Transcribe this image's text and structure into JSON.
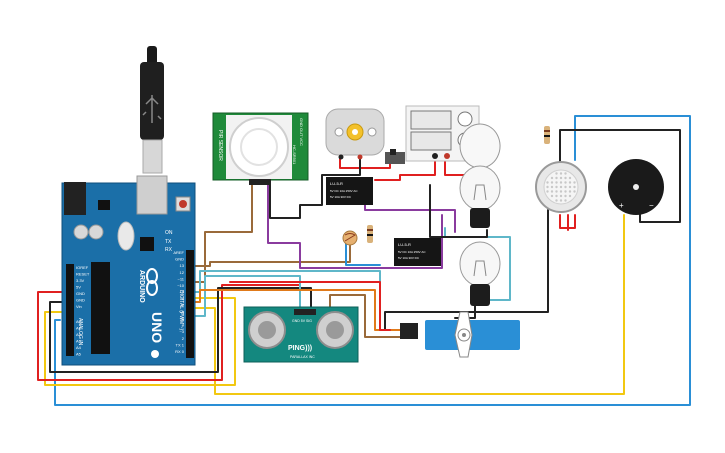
{
  "colors": {
    "board": "#1b6fa8",
    "board_dark": "#0f4f7d",
    "pir_board": "#1f8a3a",
    "sonar_board": "#14887f",
    "wire_red": "#e02020",
    "wire_black": "#222222",
    "wire_yellow": "#f2c811",
    "wire_blue": "#2a8fd6",
    "wire_brown": "#9a6a3a",
    "wire_purple": "#8a3b9e",
    "wire_teal": "#5fb7c9",
    "wire_orange": "#e07a1a"
  },
  "arduino": {
    "brand": "ARDUINO",
    "model": "UNO",
    "on_label": "ON",
    "tx_label": "TX",
    "rx_label": "RX",
    "digital_label": "DIGITAL (PWM ~)",
    "analog_label": "ANALOG IN",
    "power_pins": [
      "IOREF",
      "RESET",
      "3.3V",
      "5V",
      "GND",
      "GND",
      "Vin"
    ],
    "analog_pins": [
      "A0",
      "A1",
      "A2",
      "A3",
      "A4",
      "A5"
    ],
    "digital_pins": [
      "AREF",
      "GND",
      "13",
      "12",
      "~11",
      "~10",
      "~9",
      "8",
      "7",
      "~6",
      "~5",
      "4",
      "~3",
      "2",
      "TX 1",
      "RX 0"
    ]
  },
  "pir": {
    "side_label": "PIR SENSOR",
    "pin_labels": "GND OUT VCC",
    "model_label": "HC-SR501"
  },
  "ultrasonic": {
    "title": "PING)))",
    "subtitle": "PARALLAX INC",
    "pins": "GND 5V SIG"
  },
  "relays": {
    "relay1_title": "LU-5-R",
    "relay1_line1": "5V DC 10A 250V AC",
    "relay1_line2": "5V 10A 30V DC",
    "relay2_title": "LU-5-R",
    "relay2_line1": "5V DC 10A 250V AC",
    "relay2_line2": "5V 10A 30V DC"
  },
  "buzzer": {
    "plus": "+",
    "minus": "−"
  }
}
